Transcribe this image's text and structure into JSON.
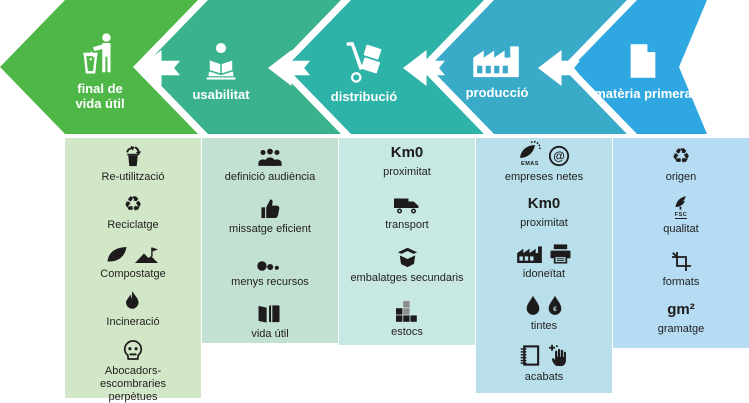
{
  "stages": [
    {
      "title": "final de\nvida útil",
      "icon": "person-recycling-icon",
      "arrow_color": "#4eb748",
      "panel_color": "#d2e7c8",
      "items": [
        {
          "icon": "reuse-bin-icon",
          "label": "Re-utilització"
        },
        {
          "icon": "recycle-icon",
          "glyph": "♻",
          "label": "Reciclatge"
        },
        {
          "icons": [
            "leaf-icon",
            "mound-flag-icon"
          ],
          "label": "Compostatge"
        },
        {
          "icon": "flame-icon",
          "label": "Incineració"
        },
        {
          "icon": "skull-icon",
          "label": "Abocadors-\nescombraries\nperpètues"
        }
      ]
    },
    {
      "title": "usabilitat",
      "icon": "reading-person-icon",
      "arrow_color": "#3bb28e",
      "panel_color": "#c2e1d2",
      "items": [
        {
          "icon": "audience-icon",
          "label": "definició audiència"
        },
        {
          "icon": "thumb-up-icon",
          "label": "missatge eficient"
        },
        {
          "icon": "shrinking-dots-icon",
          "label": "menys recursos"
        },
        {
          "icon": "books-icon",
          "label": "vida útil"
        }
      ]
    },
    {
      "title": "distribució",
      "icon": "handtruck-icon",
      "arrow_color": "#2eb3a8",
      "panel_color": "#c8e8e3",
      "items": [
        {
          "text": "Km0",
          "label": "proximitat"
        },
        {
          "icon": "truck-icon",
          "label": "transport"
        },
        {
          "icon": "open-box-icon",
          "label": "embalatges secundaris"
        },
        {
          "icon": "stacked-blocks-icon",
          "label": "estocs"
        }
      ]
    },
    {
      "title": "producció",
      "icon": "factory-icon",
      "arrow_color": "#3aaac9",
      "panel_color": "#b9e0ea",
      "items": [
        {
          "icons": [
            "emas-icon",
            "at-circle-icon"
          ],
          "icon_caption": "EMAS",
          "label": "empreses netes"
        },
        {
          "text": "Km0",
          "label": "proximitat"
        },
        {
          "icons": [
            "factory-small-icon",
            "printer-icon"
          ],
          "label": "idoneïtat"
        },
        {
          "icons": [
            "ink-drop-icon",
            "eco-ink-drop-icon"
          ],
          "label": "tintes"
        },
        {
          "icons": [
            "notebook-icon",
            "hand-sparkle-icon"
          ],
          "label": "acabats"
        }
      ]
    },
    {
      "title": "matèria primera",
      "icon": "paper-sheet-icon",
      "arrow_color": "#2fa8e1",
      "panel_color": "#b5dcf3",
      "items": [
        {
          "icon": "recycle-icon",
          "glyph": "♻",
          "label": "origen"
        },
        {
          "icon": "fsc-icon",
          "icon_caption": "FSC",
          "label": "qualitat"
        },
        {
          "icon": "crop-icon",
          "label": "formats"
        },
        {
          "text": "gm²",
          "label": "gramatge"
        }
      ]
    }
  ]
}
